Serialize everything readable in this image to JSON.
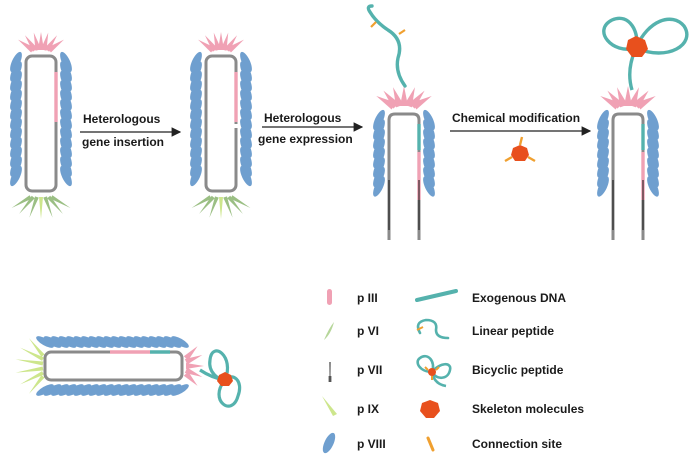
{
  "steps": {
    "step1_line1": "Heterologous",
    "step1_line2": "gene insertion",
    "step2_line1": "Heterologous",
    "step2_line2": "gene expression",
    "step3": "Chemical modification"
  },
  "legend": {
    "proteins": [
      {
        "label": "p III",
        "icon": "pIII-icon",
        "color": "#f0a1b4"
      },
      {
        "label": "p VI",
        "icon": "pVI-icon",
        "color": "#b6d69a"
      },
      {
        "label": "p VII",
        "icon": "pVII-icon",
        "color": "#8a8a8a"
      },
      {
        "label": "p IX",
        "icon": "pIX-icon",
        "color": "#cde68c"
      },
      {
        "label": "p VIII",
        "icon": "pVIII-icon",
        "color": "#6f9fcf"
      }
    ],
    "items": [
      {
        "label": "Exogenous DNA",
        "icon": "exogenous-dna-icon",
        "color": "#55b2ad"
      },
      {
        "label": "Linear peptide",
        "icon": "linear-peptide-icon",
        "color": "#55b2ad"
      },
      {
        "label": "Bicyclic peptide",
        "icon": "bicyclic-peptide-icon",
        "color": "#55b2ad"
      },
      {
        "label": "Skeleton molecules",
        "icon": "skeleton-molecule-icon",
        "color": "#e8501d"
      },
      {
        "label": "Connection site",
        "icon": "connection-site-icon",
        "color": "#f0a030"
      }
    ]
  },
  "colors": {
    "coat": "#6f9fcf",
    "pIII": "#f0a1b4",
    "pIX": "#cde68c",
    "dna": "#8a8a8a",
    "exogenous": "#55b2ad",
    "skeleton": "#e8501d",
    "connection": "#f0a030"
  }
}
